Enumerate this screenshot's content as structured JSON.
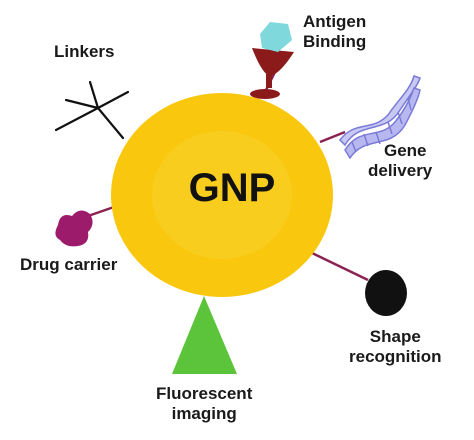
{
  "center": {
    "label": "GNP"
  },
  "nodes": [
    {
      "id": "linkers",
      "label": "Linkers"
    },
    {
      "id": "antigen",
      "label_line1": "Antigen",
      "label_line2": "Binding"
    },
    {
      "id": "gene",
      "label_line1": "Gene",
      "label_line2": "delivery"
    },
    {
      "id": "drug",
      "label": "Drug carrier"
    },
    {
      "id": "shape",
      "label_line1": "Shape",
      "label_line2": "recognition"
    },
    {
      "id": "fluorescent",
      "label_line1": "Fluorescent",
      "label_line2": "imaging"
    }
  ],
  "colors": {
    "gnp_fill": "#f9c80e",
    "gnp_highlight": "#f7d02a",
    "connector": "#8b2252",
    "antigen_holder": "#8b1a1a",
    "antigen_head": "#7fd8dc",
    "dna": "#9b9be8",
    "drug": "#9c1c6b",
    "shape": "#111111",
    "fluorescent": "#5cc43a"
  }
}
